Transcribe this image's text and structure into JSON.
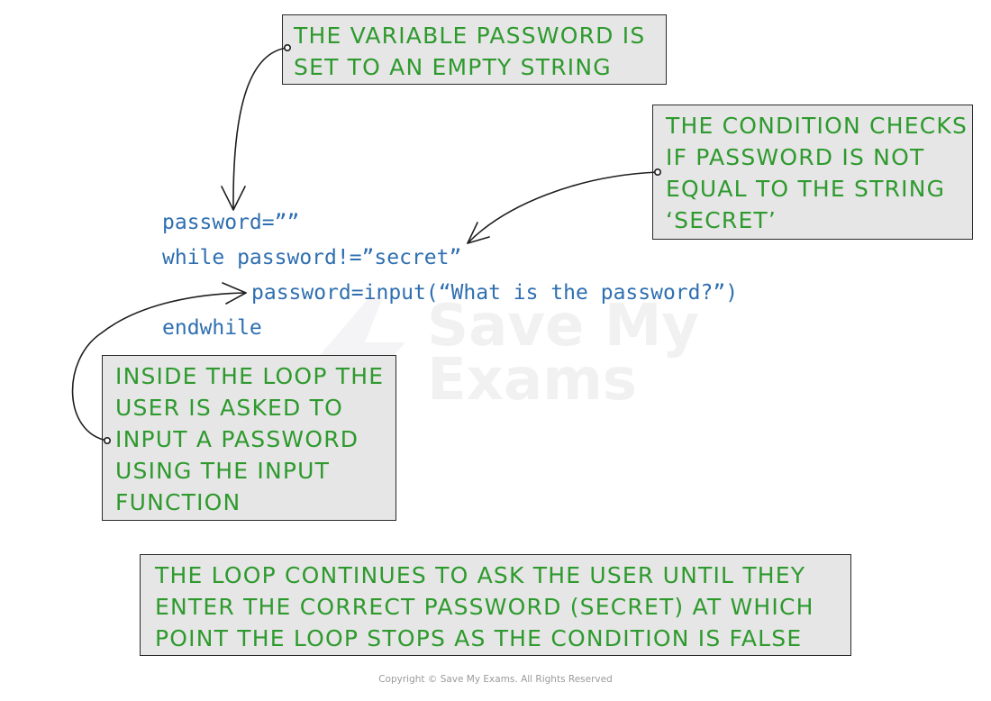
{
  "code": {
    "lines": [
      "password=””",
      "while password!=”secret”",
      "password=input(“What is the password?”)",
      "endwhile"
    ]
  },
  "notes": {
    "variable": {
      "lines": [
        "THE VARIABLE PASSWORD IS",
        "SET TO AN EMPTY STRING"
      ]
    },
    "condition": {
      "lines": [
        "THE CONDITION CHECKS",
        "IF PASSWORD IS NOT",
        "EQUAL TO THE STRING",
        "‘SECRET’"
      ]
    },
    "loop": {
      "lines": [
        "INSIDE THE LOOP THE",
        "USER IS ASKED TO",
        "INPUT A PASSWORD",
        "USING THE INPUT",
        "FUNCTION"
      ]
    },
    "summary": {
      "lines": [
        "THE  LOOP CONTINUES TO ASK THE USER UNTIL THEY",
        "ENTER THE CORRECT PASSWORD (SECRET) AT WHICH",
        "POINT THE LOOP STOPS AS THE CONDITION IS FALSE"
      ]
    }
  },
  "watermark": {
    "lines": [
      "Save My",
      "Exams"
    ]
  },
  "copyright": "Copyright © Save My Exams. All Rights Reserved",
  "colors": {
    "note_text": "#2e9a2e",
    "code_text": "#2f6fb0",
    "note_fill": "#e6e6e6",
    "note_border": "#2a2a2a"
  }
}
